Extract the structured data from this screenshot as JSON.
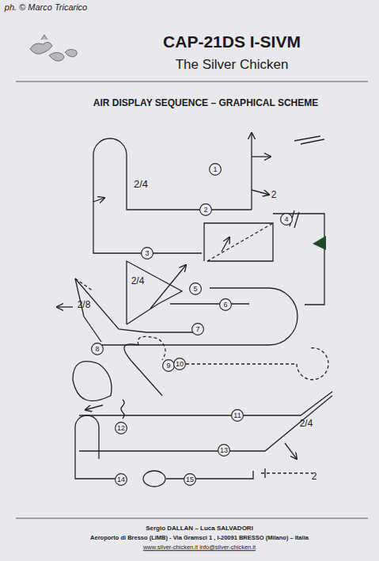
{
  "diagram": {
    "title": "CAP-21DS I-SIVM",
    "nodes": [
      {
        "text": [
          "1"
        ]
      },
      {
        "text": [
          "2"
        ]
      },
      {
        "text": [
          "3"
        ]
      },
      {
        "text": [
          "4"
        ]
      },
      {
        "text": [
          "5"
        ]
      },
      {
        "text": [
          "6"
        ]
      },
      {
        "text": [
          "7"
        ]
      },
      {
        "text": [
          "8"
        ]
      },
      {
        "text": [
          "9"
        ]
      },
      {
        "text": [
          "10"
        ]
      },
      {
        "text": [
          "11"
        ]
      },
      {
        "text": [
          "12"
        ]
      },
      {
        "text": [
          "13"
        ]
      },
      {
        "text": [
          "14"
        ]
      },
      {
        "text": [
          "15"
        ]
      }
    ],
    "labels": [
      "ph. © Marco Tricarico",
      "The Silver Chicken",
      "AIR DISPLAY SEQUENCE – GRAPHICAL SCHEME",
      "2/4",
      "2",
      "2/4",
      "2/8",
      "2/4",
      "2",
      "Sergio DALLAN – Luca SALVADORI",
      "Aeroporto di Bresso (LIMB) - Via Gramsci 1 , I-20091 BRESSO (Milano) – Italia",
      "www.silver-chicken.it info@silver-chicken.it"
    ]
  }
}
